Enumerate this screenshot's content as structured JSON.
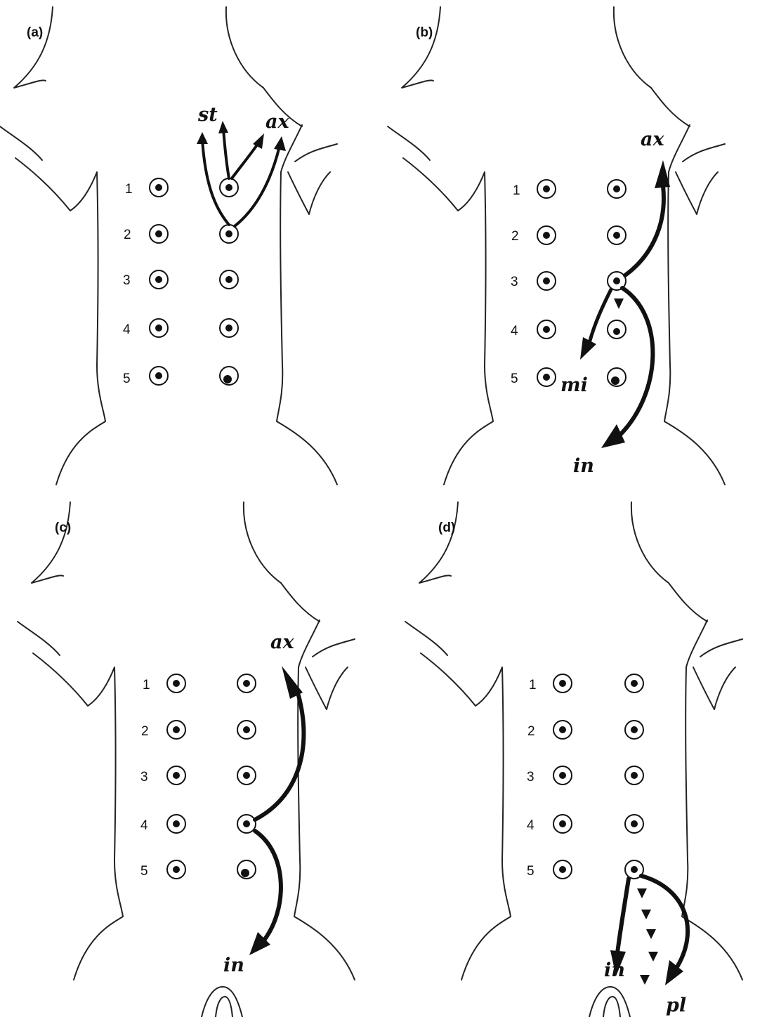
{
  "panels": [
    {
      "label": "(a)",
      "numbers": [
        "1",
        "2",
        "3",
        "4",
        "5"
      ],
      "destinations": [
        "st",
        "ax"
      ]
    },
    {
      "label": "(b)",
      "numbers": [
        "1",
        "2",
        "3",
        "4",
        "5"
      ],
      "destinations": [
        "ax",
        "mi",
        "in"
      ]
    },
    {
      "label": "(c)",
      "numbers": [
        "1",
        "2",
        "3",
        "4",
        "5"
      ],
      "destinations": [
        "ax",
        "in"
      ]
    },
    {
      "label": "(d)",
      "numbers": [
        "1",
        "2",
        "3",
        "4",
        "5"
      ],
      "destinations": [
        "in",
        "pl"
      ]
    }
  ]
}
